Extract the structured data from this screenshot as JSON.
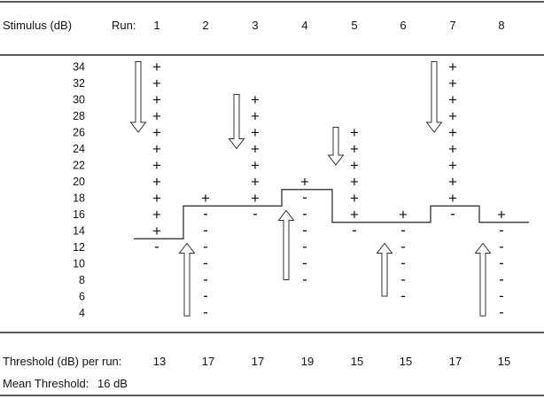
{
  "header": {
    "stimulus_label": "Stimulus (dB)",
    "run_label": "Run:",
    "runs": [
      "1",
      "2",
      "3",
      "4",
      "5",
      "6",
      "7",
      "8"
    ]
  },
  "levels": [
    34,
    32,
    30,
    28,
    26,
    24,
    22,
    20,
    18,
    16,
    14,
    12,
    10,
    8,
    6,
    4
  ],
  "runs": [
    {
      "run": "1",
      "direction": "down",
      "arrow_from": 34.6,
      "arrow_to": 26,
      "responses": [
        {
          "level": 34,
          "r": "+"
        },
        {
          "level": 32,
          "r": "+"
        },
        {
          "level": 30,
          "r": "+"
        },
        {
          "level": 28,
          "r": "+"
        },
        {
          "level": 26,
          "r": "+"
        },
        {
          "level": 24,
          "r": "+"
        },
        {
          "level": 22,
          "r": "+"
        },
        {
          "level": 20,
          "r": "+"
        },
        {
          "level": 18,
          "r": "+"
        },
        {
          "level": 16,
          "r": "+"
        },
        {
          "level": 14,
          "r": "+"
        },
        {
          "level": 12,
          "r": "-"
        }
      ],
      "threshold": 13
    },
    {
      "run": "2",
      "direction": "up",
      "arrow_from": 3.6,
      "arrow_to": 12,
      "responses": [
        {
          "level": 4,
          "r": "-"
        },
        {
          "level": 6,
          "r": "-"
        },
        {
          "level": 8,
          "r": "-"
        },
        {
          "level": 10,
          "r": "-"
        },
        {
          "level": 12,
          "r": "-"
        },
        {
          "level": 14,
          "r": "-"
        },
        {
          "level": 16,
          "r": "-"
        },
        {
          "level": 18,
          "r": "+"
        }
      ],
      "threshold": 17
    },
    {
      "run": "3",
      "direction": "down",
      "arrow_from": 30.6,
      "arrow_to": 24,
      "responses": [
        {
          "level": 30,
          "r": "+"
        },
        {
          "level": 28,
          "r": "+"
        },
        {
          "level": 26,
          "r": "+"
        },
        {
          "level": 24,
          "r": "+"
        },
        {
          "level": 22,
          "r": "+"
        },
        {
          "level": 20,
          "r": "+"
        },
        {
          "level": 18,
          "r": "+"
        },
        {
          "level": 16,
          "r": "-"
        }
      ],
      "threshold": 17
    },
    {
      "run": "4",
      "direction": "up",
      "arrow_from": 8,
      "arrow_to": 16,
      "responses": [
        {
          "level": 8,
          "r": "-"
        },
        {
          "level": 10,
          "r": "-"
        },
        {
          "level": 12,
          "r": "-"
        },
        {
          "level": 14,
          "r": "-"
        },
        {
          "level": 16,
          "r": "-"
        },
        {
          "level": 18,
          "r": "-"
        },
        {
          "level": 20,
          "r": "+"
        }
      ],
      "threshold": 19
    },
    {
      "run": "5",
      "direction": "down",
      "arrow_from": 26.6,
      "arrow_to": 22,
      "responses": [
        {
          "level": 26,
          "r": "+"
        },
        {
          "level": 24,
          "r": "+"
        },
        {
          "level": 22,
          "r": "+"
        },
        {
          "level": 20,
          "r": "+"
        },
        {
          "level": 18,
          "r": "+"
        },
        {
          "level": 16,
          "r": "+"
        },
        {
          "level": 14,
          "r": "-"
        }
      ],
      "threshold": 15
    },
    {
      "run": "6",
      "direction": "up",
      "arrow_from": 6,
      "arrow_to": 12,
      "responses": [
        {
          "level": 6,
          "r": "-"
        },
        {
          "level": 8,
          "r": "-"
        },
        {
          "level": 10,
          "r": "-"
        },
        {
          "level": 12,
          "r": "-"
        },
        {
          "level": 14,
          "r": "-"
        },
        {
          "level": 16,
          "r": "+"
        }
      ],
      "threshold": 15
    },
    {
      "run": "7",
      "direction": "down",
      "arrow_from": 34.6,
      "arrow_to": 26,
      "responses": [
        {
          "level": 34,
          "r": "+"
        },
        {
          "level": 32,
          "r": "+"
        },
        {
          "level": 30,
          "r": "+"
        },
        {
          "level": 28,
          "r": "+"
        },
        {
          "level": 26,
          "r": "+"
        },
        {
          "level": 24,
          "r": "+"
        },
        {
          "level": 22,
          "r": "+"
        },
        {
          "level": 20,
          "r": "+"
        },
        {
          "level": 18,
          "r": "+"
        },
        {
          "level": 16,
          "r": "-"
        }
      ],
      "threshold": 17
    },
    {
      "run": "8",
      "direction": "up",
      "arrow_from": 3.6,
      "arrow_to": 12,
      "responses": [
        {
          "level": 4,
          "r": "-"
        },
        {
          "level": 6,
          "r": "-"
        },
        {
          "level": 8,
          "r": "-"
        },
        {
          "level": 10,
          "r": "-"
        },
        {
          "level": 12,
          "r": "-"
        },
        {
          "level": 14,
          "r": "-"
        },
        {
          "level": 16,
          "r": "+"
        }
      ],
      "threshold": 15
    }
  ],
  "footer": {
    "threshold_label": "Threshold (dB) per run:",
    "thresholds": [
      "13",
      "17",
      "17",
      "19",
      "15",
      "15",
      "17",
      "15"
    ],
    "mean_label": "Mean Threshold:",
    "mean_value": "16 dB"
  }
}
